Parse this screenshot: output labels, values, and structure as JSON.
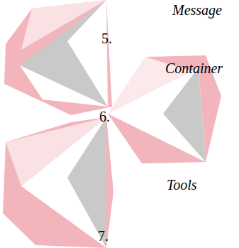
{
  "diagram": {
    "labels": [
      "Message",
      "5.",
      "Container",
      "6.",
      "Tools",
      "7."
    ]
  }
}
